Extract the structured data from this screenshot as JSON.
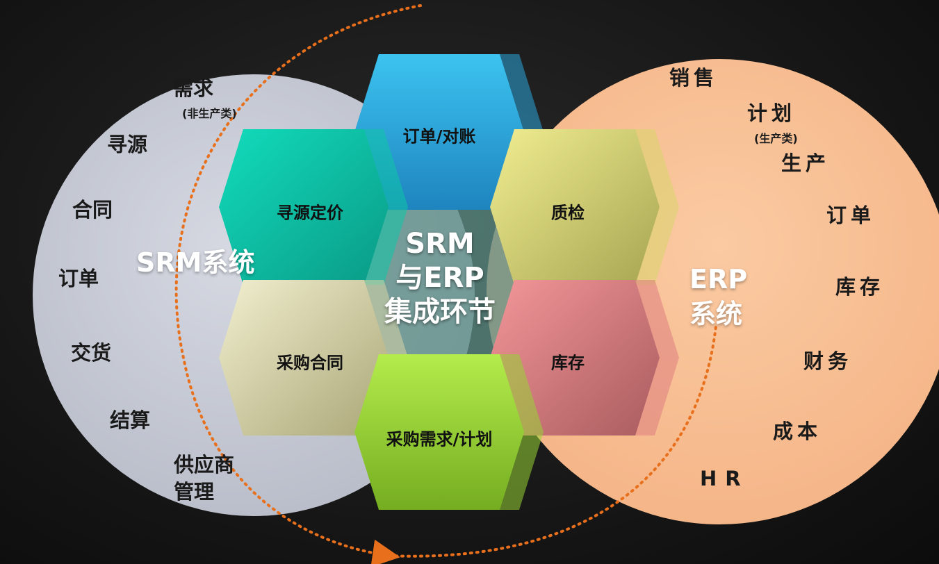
{
  "srm_circle": {
    "title": "SRM系统",
    "items": [
      {
        "label": "需求",
        "sub": "(非生产类)"
      },
      {
        "label": "寻源"
      },
      {
        "label": "合同"
      },
      {
        "label": "订单"
      },
      {
        "label": "交货"
      },
      {
        "label": "结算"
      },
      {
        "label": "供应商",
        "label2": "管理"
      }
    ]
  },
  "erp_circle": {
    "title_line1": "ERP",
    "title_line2": "系统",
    "items": [
      {
        "label": "销售"
      },
      {
        "label": "计划",
        "sub": "(生产类)"
      },
      {
        "label": "生产"
      },
      {
        "label": "订单"
      },
      {
        "label": "库存"
      },
      {
        "label": "财务"
      },
      {
        "label": "成本"
      },
      {
        "label": "HR"
      }
    ]
  },
  "hexagons": [
    {
      "label": "订单/对账",
      "color": "#29a6dc"
    },
    {
      "label": "寻源定价",
      "color": "#0fc7a7"
    },
    {
      "label": "质检",
      "color": "#d8d56c"
    },
    {
      "label": "采购合同",
      "color": "#d9d5a6"
    },
    {
      "label": "库存",
      "color": "#df7e80"
    },
    {
      "label": "采购需求/计划",
      "color": "#97d434"
    }
  ],
  "center": {
    "line1": "SRM",
    "line2": "与ERP",
    "line3": "集成环节"
  },
  "colors": {
    "srm_circle": "#c5c8d3",
    "erp_circle": "#f9c092",
    "arrow": "#e8701c",
    "background": "#161616"
  }
}
